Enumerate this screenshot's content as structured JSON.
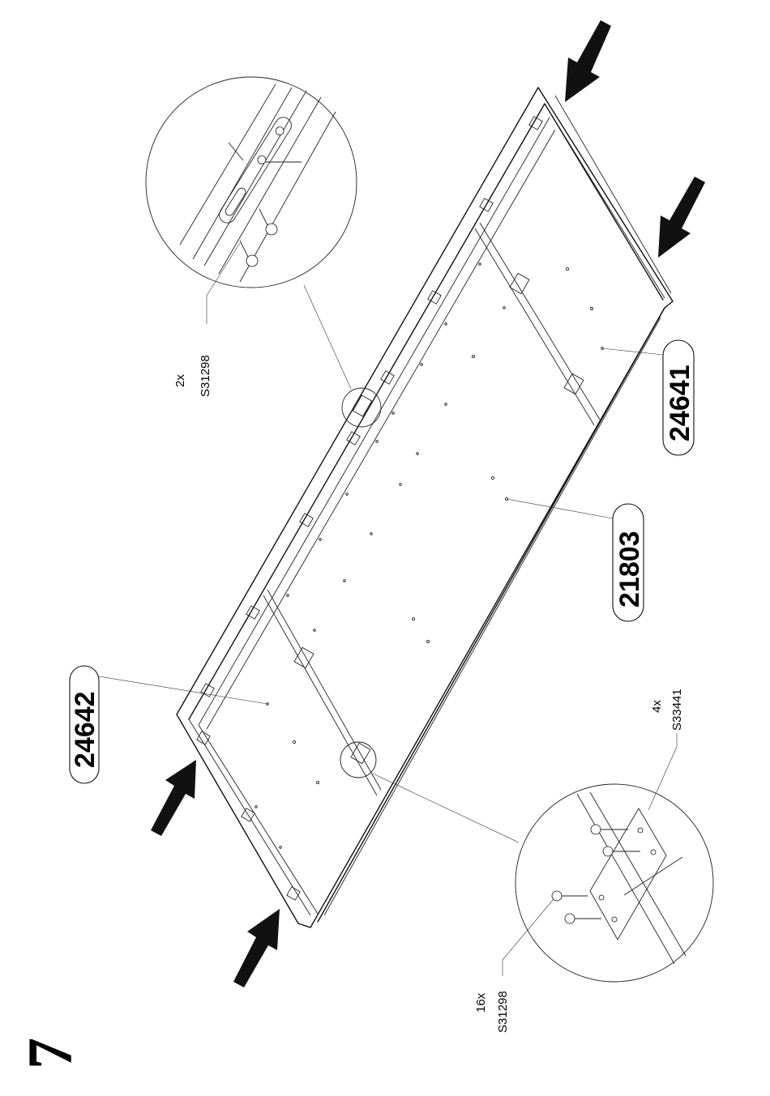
{
  "step": {
    "number": "7"
  },
  "parts": {
    "panel_left": "24642",
    "panel_center": "21803",
    "panel_right": "24641"
  },
  "hardware": {
    "top_detail": {
      "qty": "2x",
      "code": "S31298"
    },
    "bottom_screws": {
      "qty": "16x",
      "code": "S31298"
    },
    "bottom_plate_screws": {
      "qty": "4x",
      "code": "S33441"
    }
  }
}
